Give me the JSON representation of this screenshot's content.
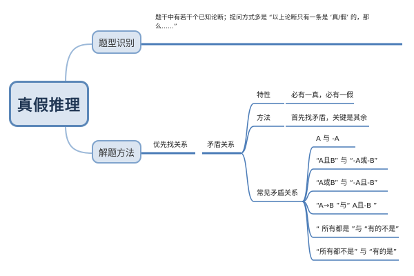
{
  "root": {
    "label": "真假推理"
  },
  "branch1": {
    "label": "题型识别",
    "note_line1": "题干中有若干个已知论断；提问方式多是 “以上论断只有一条是 ‘真/假’ 的，那",
    "note_line2": "么……”"
  },
  "branch2": {
    "label": "解题方法",
    "step1": "优先找关系",
    "step2": "矛盾关系",
    "feature_label": "特性",
    "feature_value": "必有一真，必有一假",
    "method_label": "方法",
    "method_value": "首先找矛盾，关键是其余",
    "common_label": "常见矛盾关系",
    "relations": [
      "A  与 -A",
      "“A且B” 与 “-A或-B”",
      "“A或B” 与 “-A且-B”",
      "“A→B ”与“ A且-B ”",
      "“ 所有都是 ”与 “有的不是”",
      "“所有都不是” 与 “有的是”"
    ]
  },
  "colors": {
    "line": "#4a7bb7",
    "root_fill": "#dbe5f1",
    "root_border": "#5b87b8",
    "branch_border": "#7fa3cc",
    "connector": "#9bb8d8"
  }
}
